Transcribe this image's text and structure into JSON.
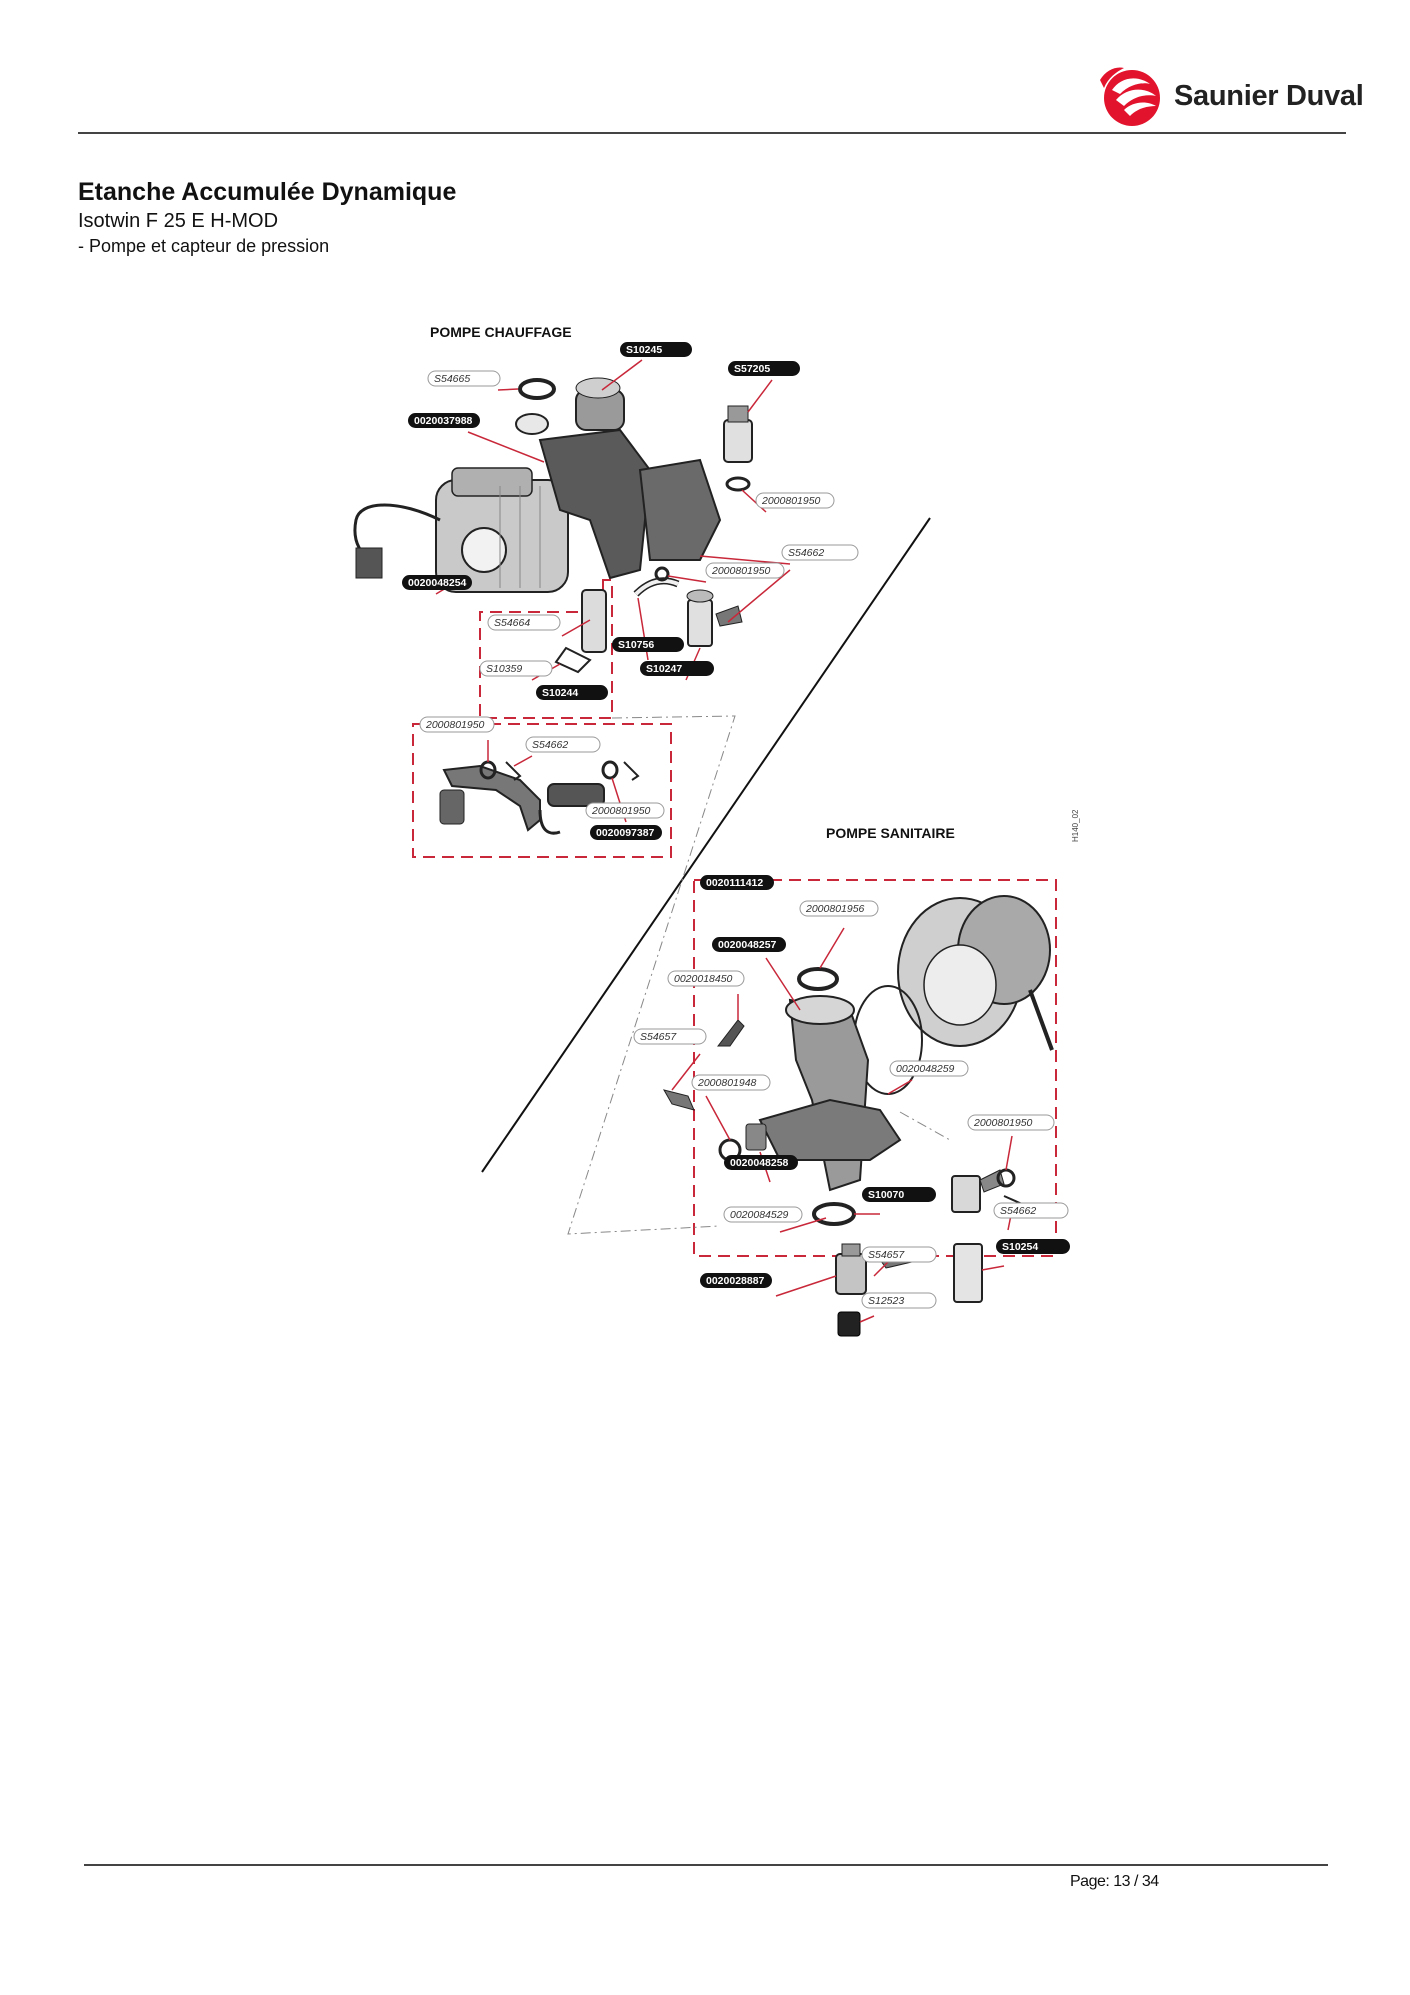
{
  "header": {
    "brand": "Saunier Duval",
    "title": "Etanche Accumulée Dynamique",
    "model": "Isotwin F 25 E H-MOD",
    "subtitle": "- Pompe et capteur de pression"
  },
  "diagram": {
    "sections": {
      "heating": "POMPE CHAUFFAGE",
      "sanitary": "POMPE SANITAIRE"
    },
    "drawing_code": "H140_02",
    "labels": [
      {
        "id": "l1",
        "text": "S10245",
        "style": "dark"
      },
      {
        "id": "l2",
        "text": "S57205",
        "style": "dark"
      },
      {
        "id": "l3",
        "text": "S54665",
        "style": "light"
      },
      {
        "id": "l4",
        "text": "0020037988",
        "style": "dark"
      },
      {
        "id": "l5",
        "text": "2000801950",
        "style": "light"
      },
      {
        "id": "l6",
        "text": "S54662",
        "style": "light"
      },
      {
        "id": "l7",
        "text": "2000801950",
        "style": "light"
      },
      {
        "id": "l8",
        "text": "0020048254",
        "style": "dark"
      },
      {
        "id": "l9",
        "text": "S54664",
        "style": "light"
      },
      {
        "id": "l10",
        "text": "S10756",
        "style": "dark"
      },
      {
        "id": "l11",
        "text": "S10359",
        "style": "light"
      },
      {
        "id": "l12",
        "text": "S10247",
        "style": "dark"
      },
      {
        "id": "l13",
        "text": "S10244",
        "style": "dark"
      },
      {
        "id": "l14",
        "text": "2000801950",
        "style": "light"
      },
      {
        "id": "l15",
        "text": "S54662",
        "style": "light"
      },
      {
        "id": "l16",
        "text": "2000801950",
        "style": "light"
      },
      {
        "id": "l17",
        "text": "0020097387",
        "style": "dark"
      },
      {
        "id": "l18",
        "text": "0020111412",
        "style": "dark"
      },
      {
        "id": "l19",
        "text": "2000801956",
        "style": "light"
      },
      {
        "id": "l20",
        "text": "0020048257",
        "style": "dark"
      },
      {
        "id": "l21",
        "text": "0020018450",
        "style": "light"
      },
      {
        "id": "l22",
        "text": "S54657",
        "style": "light"
      },
      {
        "id": "l23",
        "text": "0020048259",
        "style": "light"
      },
      {
        "id": "l24",
        "text": "2000801948",
        "style": "light"
      },
      {
        "id": "l25",
        "text": "2000801950",
        "style": "light"
      },
      {
        "id": "l26",
        "text": "0020048258",
        "style": "dark"
      },
      {
        "id": "l27",
        "text": "S10070",
        "style": "dark"
      },
      {
        "id": "l28",
        "text": "0020084529",
        "style": "light"
      },
      {
        "id": "l29",
        "text": "S54662",
        "style": "light"
      },
      {
        "id": "l30",
        "text": "S10254",
        "style": "dark"
      },
      {
        "id": "l31",
        "text": "S54657",
        "style": "light"
      },
      {
        "id": "l32",
        "text": "0020028887",
        "style": "dark"
      },
      {
        "id": "l33",
        "text": "S12523",
        "style": "light"
      }
    ]
  },
  "footer": {
    "page": "Page: 13 / 34"
  },
  "colors": {
    "brand_red": "#e2142d",
    "dashed_box": "#c8283a",
    "rule": "#444444"
  }
}
